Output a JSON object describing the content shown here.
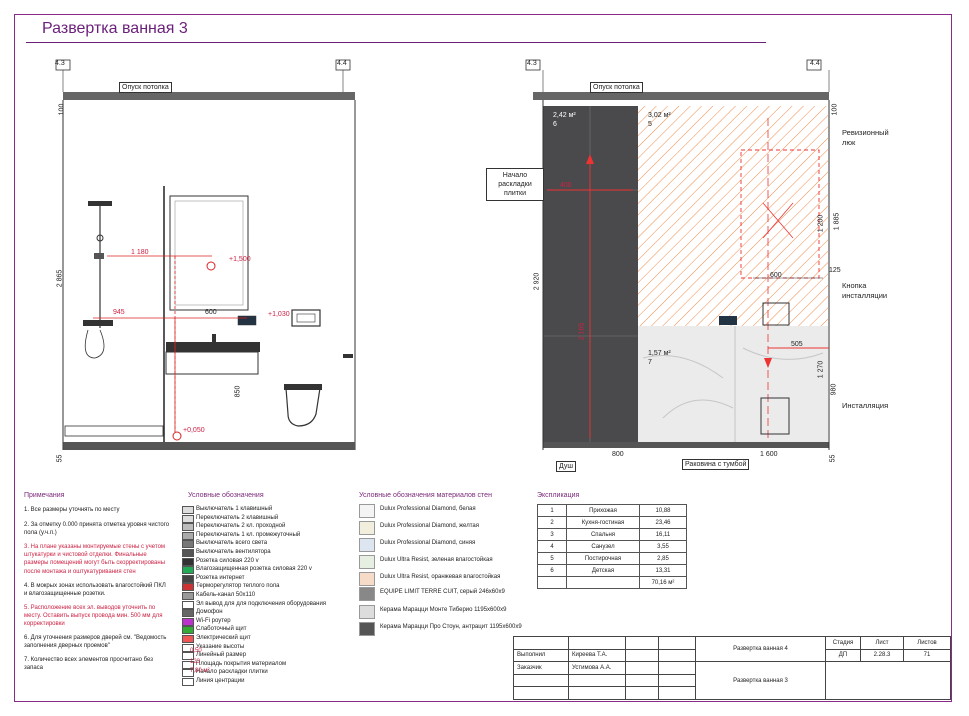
{
  "title": "Развертка ванная 3",
  "axes": {
    "left_a": "4.3",
    "left_b": "4.4",
    "right_a": "4.3",
    "right_b": "4.4"
  },
  "left_view": {
    "ceiling_label": "Опуск потолка",
    "dims": {
      "top_100": "100",
      "height": "2 865",
      "bottom_55": "55",
      "d1180": "1 180",
      "d945": "945",
      "d600": "600",
      "d850": "850"
    },
    "marks": {
      "m1500": "+1,500",
      "m1030": "+1,030",
      "m050": "+0,050"
    }
  },
  "right_view": {
    "ceiling_label": "Опуск потолка",
    "area1": "2,42 м²",
    "area1_n": "6",
    "area2": "3,02 м²",
    "area2_n": "5",
    "area3": "1,57 м²",
    "area3_n": "7",
    "callouts": {
      "start": "Начало раскладки плитки",
      "hatch": "Ревизионный люк",
      "button": "Кнопка инсталляции",
      "install": "Инсталляция",
      "shower": "Душ",
      "sink": "Раковина с тумбой"
    },
    "dims": {
      "d400": "400",
      "d2920": "2 920",
      "d2165": "2 165",
      "d1200": "1 200",
      "d1885": "1 885",
      "d600": "600",
      "d125": "125",
      "d505": "505",
      "d1270": "1 270",
      "d980": "980",
      "d800": "800",
      "d1600": "1 600",
      "d100": "100",
      "d55": "55"
    }
  },
  "notes": {
    "header": "Примечания",
    "items": [
      "1. Все размеры уточнять по месту",
      "2. За отметку 0.000 принята отметка уровня чистого пола (у.ч.п.)",
      "3. На плане указаны монтируемые стены с учетом штукатурки и чистовой отделки. Финальные размеры помещений могут быть скорректированы после монтажа и оштукатуривания стен",
      "4. В мокрых зонах использовать влагостойкий ПКЛ и влагозащищенные розетки.",
      "5. Расположение всех эл. выводов уточнить по месту. Оставить выпуск провода мин. 500 мм для корректировки",
      "6. Для уточнения размеров дверей см. \"Ведомость заполнения дверных проемов\"",
      "7. Количество всех элементов просчитано без запаса"
    ]
  },
  "legend": {
    "header": "Условные обозначения",
    "items": [
      {
        "label": "Выключатель 1 клавишный",
        "color": "#ddd"
      },
      {
        "label": "Переключатель 2 клавишный",
        "color": "#ddd"
      },
      {
        "label": "Переключатель 2 кл. проходной",
        "color": "#bbb"
      },
      {
        "label": "Переключатель 1 кл. промежуточный",
        "color": "#aaa"
      },
      {
        "label": "Выключатель всего света",
        "color": "#777"
      },
      {
        "label": "Выключатель вентилятора",
        "color": "#555"
      },
      {
        "label": "Розетка силовая 220 v",
        "color": "#333"
      },
      {
        "label": "Влагозащищенная розетка силовая 220 v",
        "color": "#2a5"
      },
      {
        "label": "Розетка интернет",
        "color": "#444"
      },
      {
        "label": "Терморегулятор теплого пола",
        "color": "#c33"
      },
      {
        "label": "Кабель-канал 50х110",
        "color": "#999"
      },
      {
        "label": "Эл вывод для для подключения оборудования",
        "color": "#fff"
      },
      {
        "label": "Домофон",
        "color": "#666"
      },
      {
        "label": "Wi-Fi роутер",
        "color": "#b3c"
      },
      {
        "label": "Слаботочный щит",
        "color": "#3a3"
      },
      {
        "label": "Электрический щит",
        "color": "#e55"
      },
      {
        "label": "Указание высоты",
        "color": "#fff"
      },
      {
        "label": "Линейный размер",
        "color": "#fff"
      },
      {
        "label": "Площадь покрытия материалом",
        "color": "#fff"
      },
      {
        "label": "Начало раскладки плитки",
        "color": "#fff"
      },
      {
        "label": "Линия центрации",
        "color": "#fff"
      }
    ],
    "sym_height": "0,50",
    "sym_dim": "123",
    "sym_area": "7,80 м²"
  },
  "materials": {
    "header": "Условные обозначения материалов стен",
    "items": [
      {
        "label": "Dulux Professional Diamond, белая",
        "color": "#f4f4f4"
      },
      {
        "label": "Dulux Professional Diamond, желтая",
        "color": "#f2eedd"
      },
      {
        "label": "Dulux Professional Diamond, синяя",
        "color": "#dde6f0"
      },
      {
        "label": "Dulux Ultra Resist, зеленая влагостойкая",
        "color": "#e6efe2"
      },
      {
        "label": "Dulux Ultra Resist, оранжевая влагостойкая",
        "color": "#f6dcc8"
      },
      {
        "label": "EQUIPE LIMIT TERRE CUIT, серый 246х60х9",
        "color": "#888"
      },
      {
        "label": "Керама Марацци Монте Тиберио 1195х600х9",
        "color": "#ddd"
      },
      {
        "label": "Керама Марацци Про Стоун, антрацит 1195х600х9",
        "color": "#555"
      }
    ]
  },
  "explication": {
    "header": "Экспликация",
    "rows": [
      [
        "1",
        "Прихожая",
        "10,88"
      ],
      [
        "2",
        "Кухня-гостиная",
        "23,46"
      ],
      [
        "3",
        "Спальня",
        "16,11"
      ],
      [
        "4",
        "Санузел",
        "3,55"
      ],
      [
        "5",
        "Постирочная",
        "2,85"
      ],
      [
        "6",
        "Детская",
        "13,31"
      ]
    ],
    "total": "70,16 м²"
  },
  "stamp": {
    "done_label": "Выполнил",
    "done_name": "Киреева Т.А.",
    "client_label": "Заказчик",
    "client_name": "Устимова А.А.",
    "sheet_title_top": "Развертка ванная 4",
    "sheet_title_bottom": "Развертка ванная 3",
    "stage_label": "Стадия",
    "stage": "ДП",
    "sheet_label": "Лист",
    "sheet": "2.28.3",
    "sheets_label": "Листов",
    "sheets": "71"
  }
}
